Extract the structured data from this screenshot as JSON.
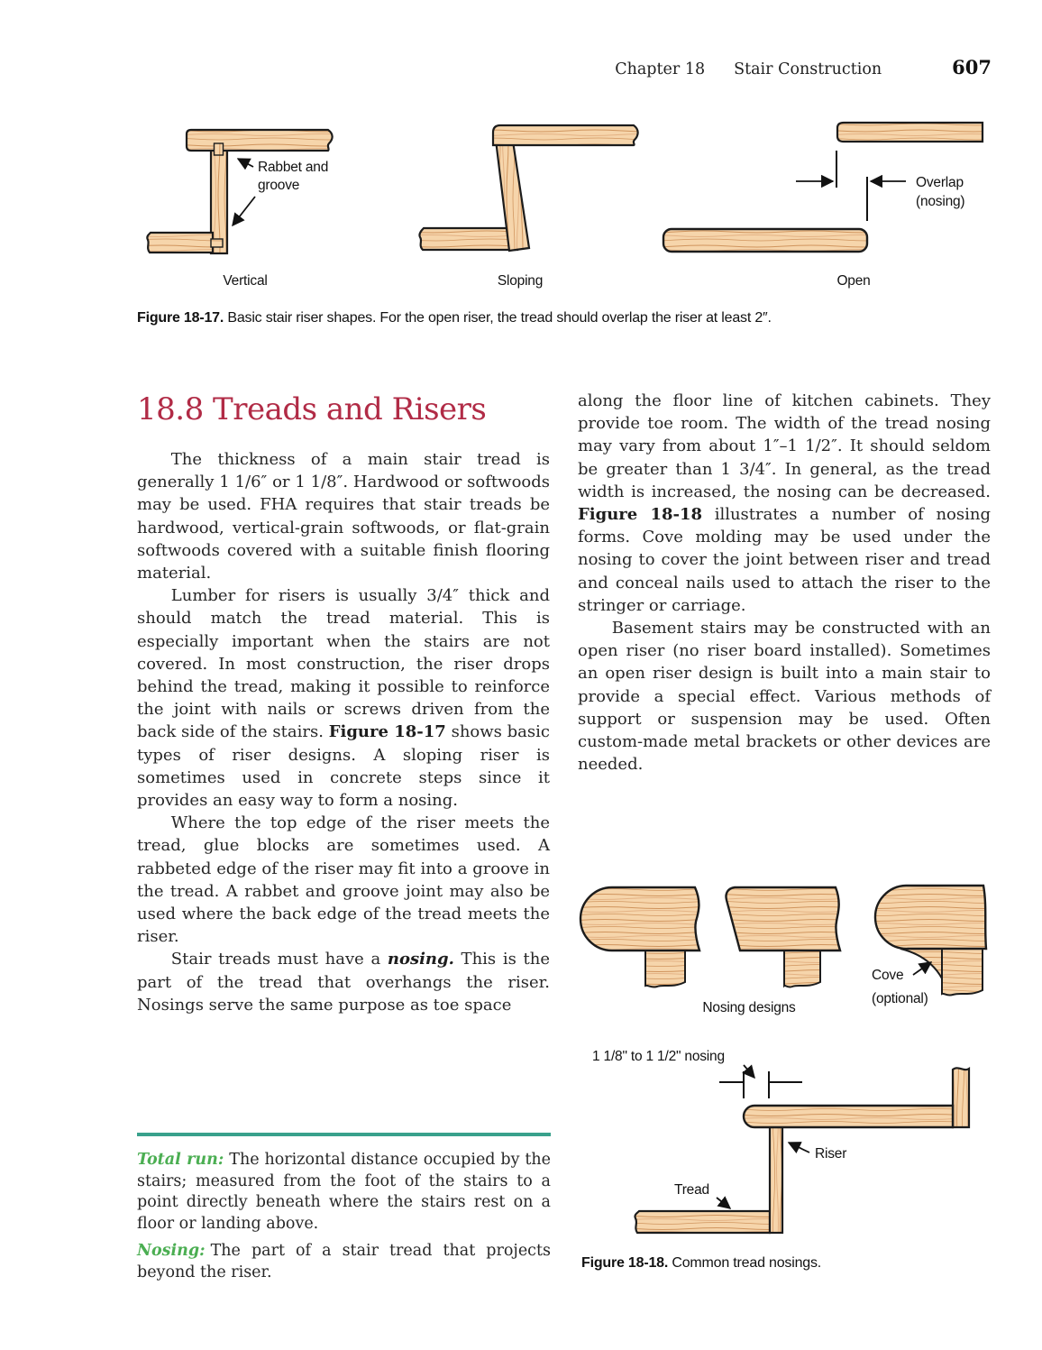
{
  "colors": {
    "crimson": "#B12B46",
    "green": "#4BAE52",
    "teal": "#39A18C",
    "wood_base": "#F6D5AB",
    "wood_grain_dark": "#D0945D",
    "wood_grain_mid": "#E4B284",
    "outline": "#1C1C1C"
  },
  "header": {
    "chapter": "Chapter 18",
    "chapter_title": "Stair Construction",
    "page_number": "607"
  },
  "section": {
    "heading": "18.8 Treads and Risers"
  },
  "figure_17": {
    "caption_label": "Figure 18-17.",
    "caption_text": " Basic stair riser shapes. For the open riser, the tread should overlap the riser at least 2″.",
    "labels": {
      "rabbet_line1": "Rabbet and",
      "rabbet_line2": "groove",
      "vertical": "Vertical",
      "sloping": "Sloping",
      "open": "Open",
      "overlap_line1": "Overlap",
      "overlap_line2": "(nosing)"
    }
  },
  "left_column": {
    "para1": "The thickness of a main stair tread is generally 1 1/6″ or 1 1/8″. Hardwood or softwoods may be used. FHA requires that stair treads be hardwood, vertical-grain softwoods, or flat-grain softwoods covered with a suitable finish flooring material.",
    "para2_pre": "Lumber for risers is usually 3/4″ thick and should match the tread material. This is especially important when the stairs are not covered. In most construction, the riser drops behind the tread, making it possible to reinforce the joint with nails or screws driven from the back side of the stairs. ",
    "para2_ref": "Figure 18-17",
    "para2_post": " shows basic types of riser designs. A sloping riser is sometimes used in concrete steps since it provides an easy way to form a nosing.",
    "para3": "Where the top edge of the riser meets the tread, glue blocks are sometimes used. A rabbeted edge of the riser may fit into a groove in the tread. A rabbet and groove joint may also be used where the back edge of the tread meets the riser.",
    "para4_pre": "Stair treads must have a ",
    "para4_term": "nosing.",
    "para4_post": " This is the part of the tread that overhangs the riser. Nosings serve the same purpose as toe space"
  },
  "right_column": {
    "para1_pre": "along the floor line of kitchen cabinets. They provide toe room. The width of the tread nosing may vary from about 1″–1 1/2″. It should seldom be greater than 1 3/4″. In general, as the tread width is increased, the nosing can be decreased. ",
    "para1_ref": "Figure 18-18",
    "para1_post": " illustrates a number of nosing forms. Cove molding may be used under the nosing to cover the joint between riser and tread and conceal nails used to attach the riser to the stringer or carriage.",
    "para2": "Basement stairs may be constructed with an open riser (no riser board installed). Sometimes an open riser design is built into a main stair to provide a special effect. Various methods of support or suspension may be used. Often custom-made metal brackets or other devices are needed."
  },
  "figure_18": {
    "labels": {
      "nosing_designs": "Nosing designs",
      "cove": "Cove",
      "optional": "(optional)",
      "nosing_dim": "1 1/8\" to 1 1/2\" nosing",
      "riser": "Riser",
      "tread": "Tread"
    },
    "caption_label": "Figure 18-18.",
    "caption_text": " Common tread nosings."
  },
  "glossary": {
    "total_run_term": "Total run:",
    "total_run_def": "The horizontal distance occupied by the stairs; measured from the foot of the stairs to a point directly beneath where the stairs rest on a floor or landing above.",
    "nosing_term": "Nosing:",
    "nosing_def": "The part of a stair tread that projects beyond the riser."
  }
}
